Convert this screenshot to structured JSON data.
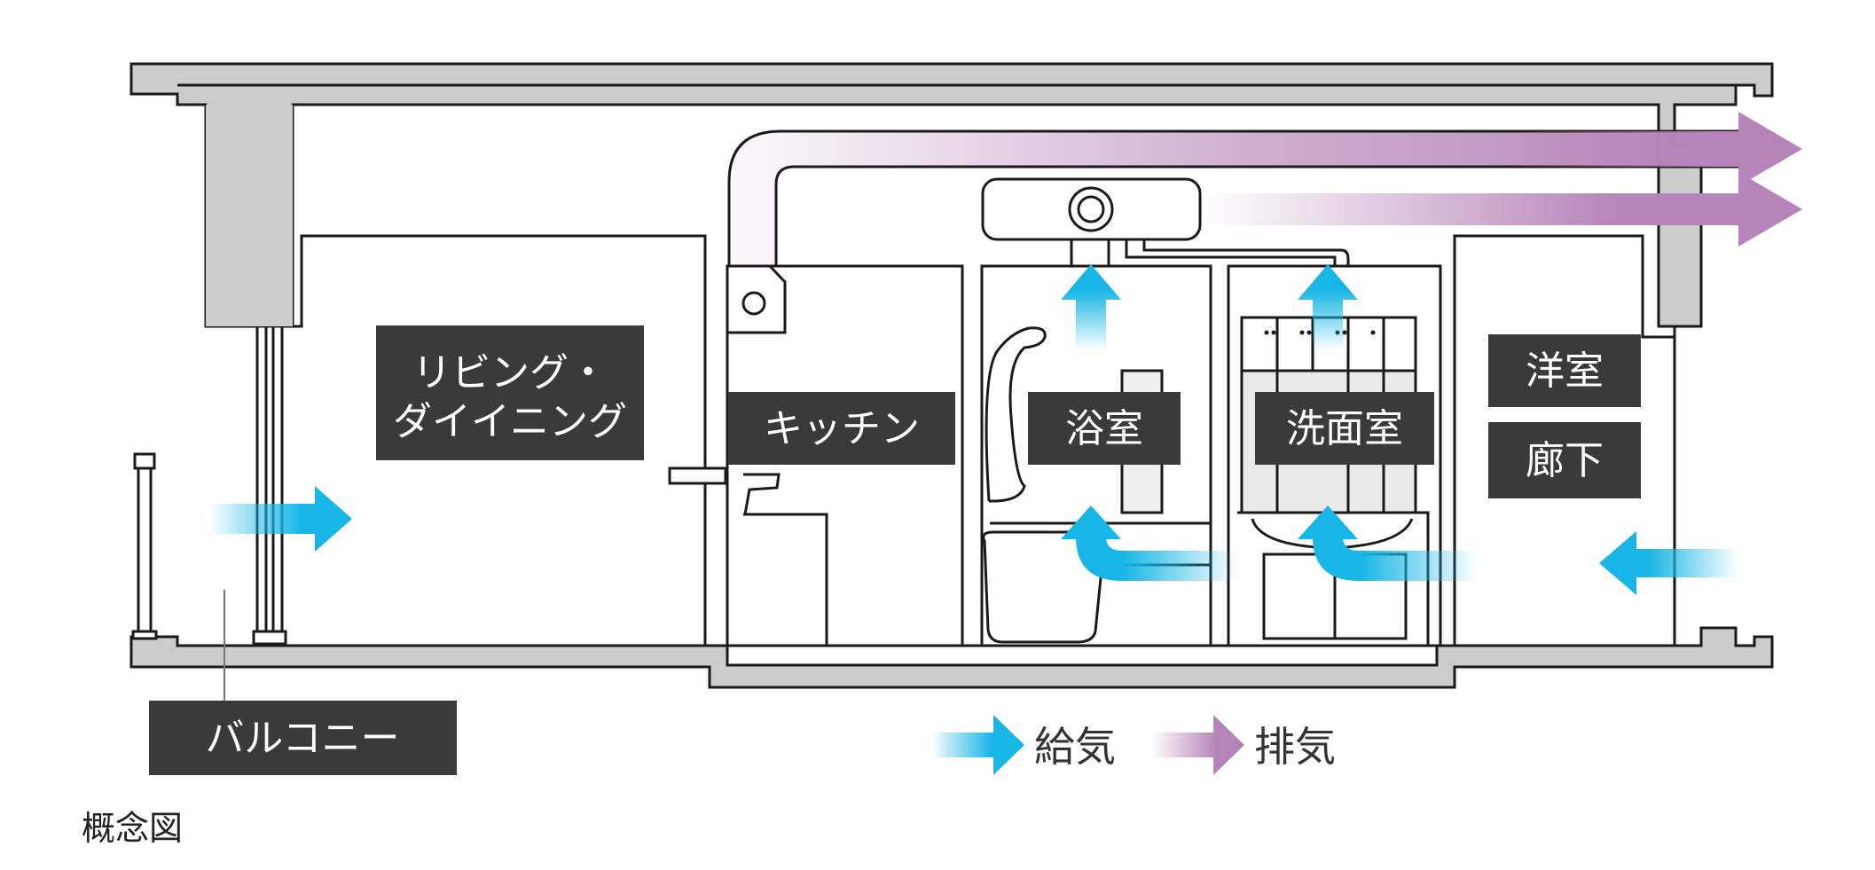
{
  "colors": {
    "wall_fill": "#cccccc",
    "outline": "#1a1a1a",
    "label_bg": "#3a3a3a",
    "label_text": "#ffffff",
    "supply_air": "#17b6e6",
    "exhaust_air": "#b684b8"
  },
  "rooms": {
    "living": "リビング・\nダイイニング",
    "kitchen": "キッチン",
    "bath": "浴室",
    "washroom": "洗面室",
    "western_room": "洋室",
    "hallway": "廊下",
    "balcony": "バルコニー"
  },
  "legend": {
    "supply": "給気",
    "exhaust": "排気"
  },
  "caption": "概念図",
  "icons": {
    "supply": "arrow-right-blue",
    "exhaust": "arrow-right-purple"
  }
}
